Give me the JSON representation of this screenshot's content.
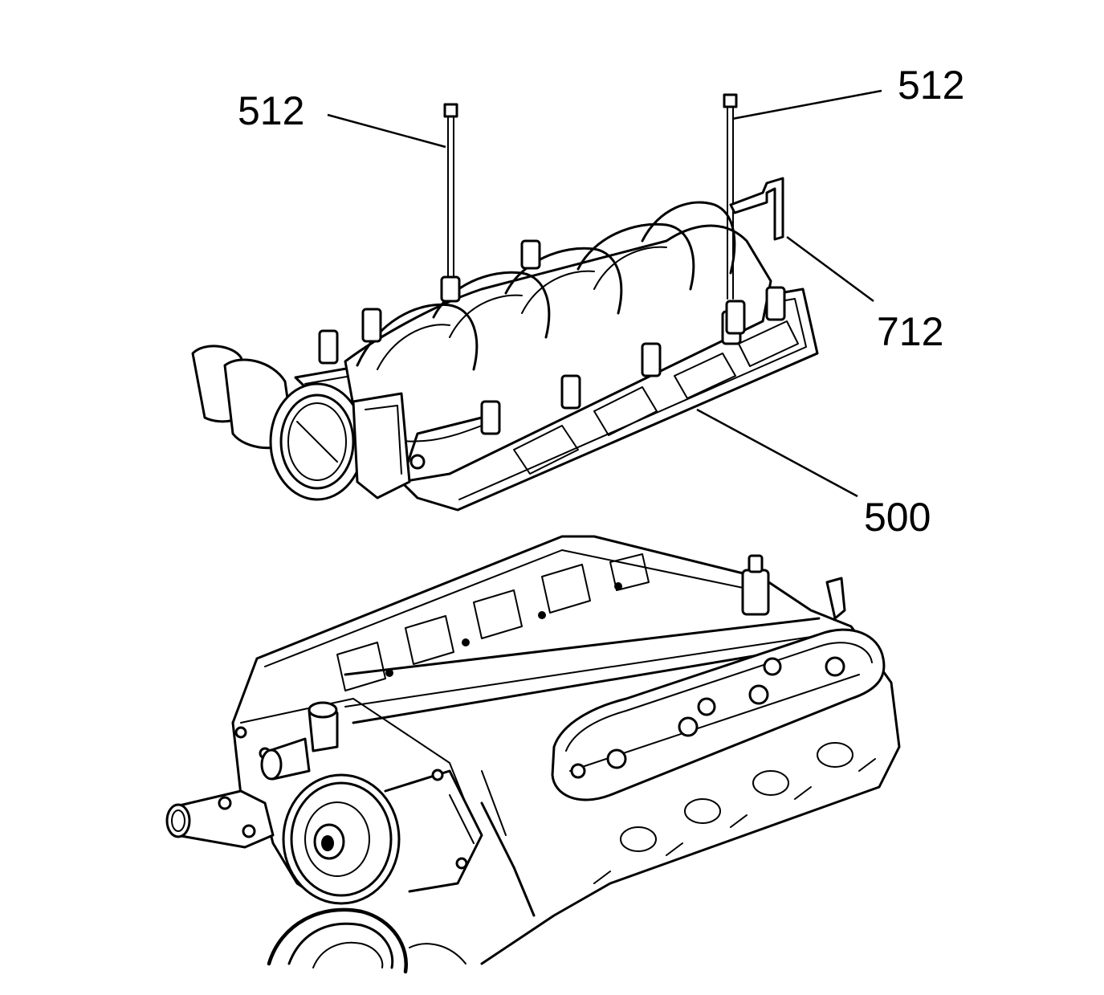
{
  "diagram": {
    "callouts": [
      {
        "id": "bolt-left",
        "label": "512"
      },
      {
        "id": "bolt-right",
        "label": "512"
      },
      {
        "id": "bracket",
        "label": "712"
      },
      {
        "id": "manifold",
        "label": "500"
      }
    ],
    "colors": {
      "line": "#000000",
      "background": "#ffffff"
    }
  }
}
